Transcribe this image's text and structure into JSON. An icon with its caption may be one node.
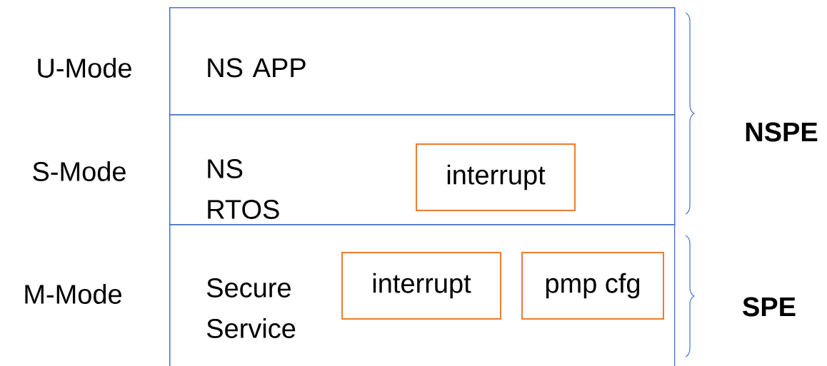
{
  "diagram": {
    "nodes": [
      {
        "text": [
          "NS APP"
        ]
      },
      {
        "text": [
          "NS RTOS"
        ]
      },
      {
        "text": [
          "interrupt"
        ],
        "in": 1
      },
      {
        "text": [
          "Secure Service"
        ]
      },
      {
        "text": [
          "interrupt"
        ],
        "in": 3
      },
      {
        "text": [
          "pmp cfg"
        ],
        "in": 3
      }
    ],
    "edges": [],
    "labels": [
      "U-Mode",
      "NSPE",
      "S-Mode",
      "M-Mode",
      "SPE"
    ]
  }
}
